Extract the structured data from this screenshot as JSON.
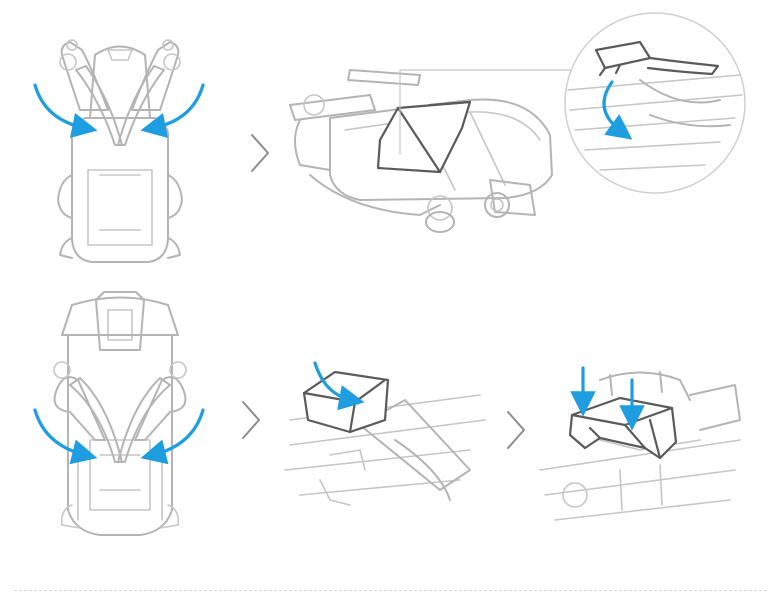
{
  "colors": {
    "accent": "#1e9ee0",
    "line": "#b4b4b4",
    "dark": "#5a5a5a",
    "chevron": "#8c8c8c"
  },
  "steps": [
    {
      "row": 1,
      "panel": "drone-top-view",
      "action": "fold-arms-inward",
      "arrows": 2
    },
    {
      "row": 1,
      "panel": "drone-side-with-strap-and-magnified-clip",
      "arrows": 1
    },
    {
      "row": 2,
      "panel": "drone-top-view-with-cover",
      "action": "fold-arms-inward",
      "arrows": 2
    },
    {
      "row": 2,
      "panel": "gimbal-cover-attach",
      "arrows": 1
    },
    {
      "row": 2,
      "panel": "cover-press-down",
      "arrows": 2
    }
  ],
  "icons": [
    "chevron-right-icon",
    "curved-arrow-icon",
    "down-arrow-icon"
  ]
}
